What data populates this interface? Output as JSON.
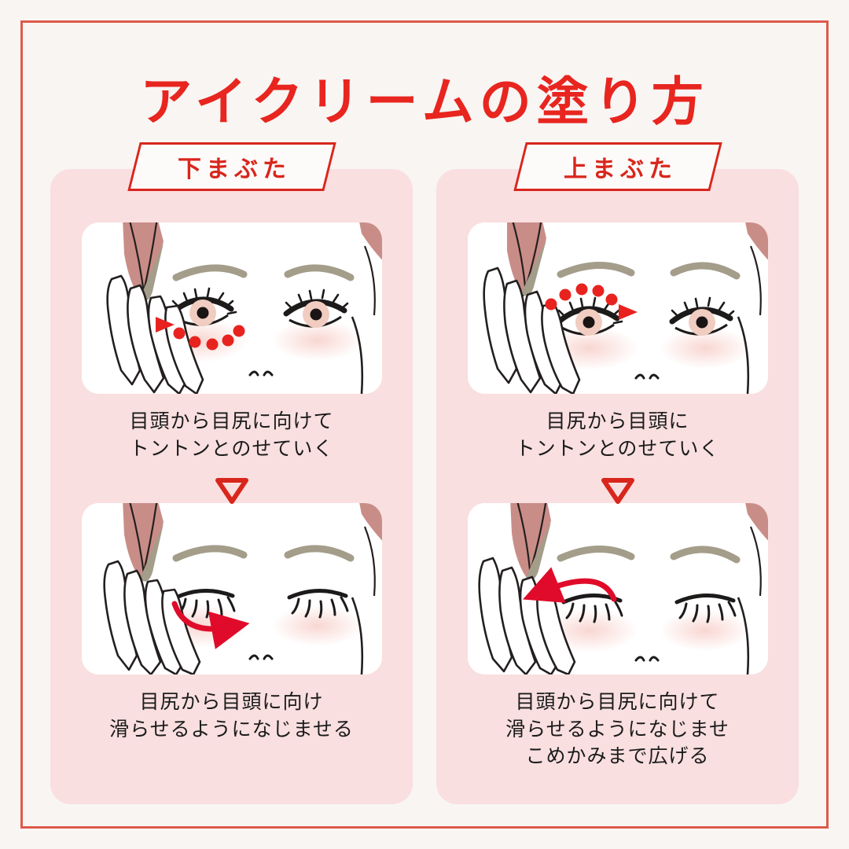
{
  "page": {
    "title": "アイクリームの塗り方",
    "background_color": "#f8f5f3",
    "frame_color": "#dd5a4a",
    "title_color": "#e8251f",
    "panel_color": "#f9dfe0",
    "accent_red": "#d9261c",
    "marker_red": "#e8231f",
    "hair_color": "#c98d88",
    "brow_color": "#a39d8a",
    "iris_color": "#f0cdc0",
    "blush_color": "#f9d9d5"
  },
  "columns": [
    {
      "id": "lower-eyelid",
      "banner_label": "下まぶた",
      "steps": [
        {
          "index": 1,
          "caption": "目頭から目尻に向けて\nトントンとのせていく",
          "illustration": {
            "name": "face-tapping-under-eye",
            "eyes": "open",
            "marker_type": "dots",
            "dot_count": 5,
            "dot_placement": "below-eye-arc",
            "arrow_glyph": "triangle-right",
            "arrow_position": "inner-corner",
            "direction": "inner-to-outer"
          }
        },
        {
          "index": 2,
          "caption": "目尻から目頭に向け\n滑らせるようになじませる",
          "illustration": {
            "name": "face-gliding-under-eye",
            "eyes": "closed",
            "marker_type": "curved-arrow",
            "arrow_glyph": "arrow-curve-right",
            "arrow_position": "below-eye",
            "direction": "outer-to-inner"
          }
        }
      ]
    },
    {
      "id": "upper-eyelid",
      "banner_label": "上まぶた",
      "steps": [
        {
          "index": 1,
          "caption": "目尻から目頭に\nトントンとのせていく",
          "illustration": {
            "name": "face-tapping-upper-eye",
            "eyes": "open",
            "marker_type": "dots",
            "dot_count": 5,
            "dot_placement": "above-eye-arc",
            "arrow_glyph": "triangle-right",
            "arrow_position": "outer-corner",
            "direction": "outer-to-inner"
          }
        },
        {
          "index": 2,
          "caption": "目頭から目尻に向けて\n滑らせるようになじませ\nこめかみまで広げる",
          "illustration": {
            "name": "face-gliding-upper-eye",
            "eyes": "closed",
            "marker_type": "curved-arrow",
            "arrow_glyph": "arrow-curve-left",
            "arrow_position": "above-eye",
            "direction": "inner-to-outer"
          }
        }
      ]
    }
  ],
  "divider": {
    "glyph": "triangle-down-outline",
    "color": "#d9261c"
  }
}
